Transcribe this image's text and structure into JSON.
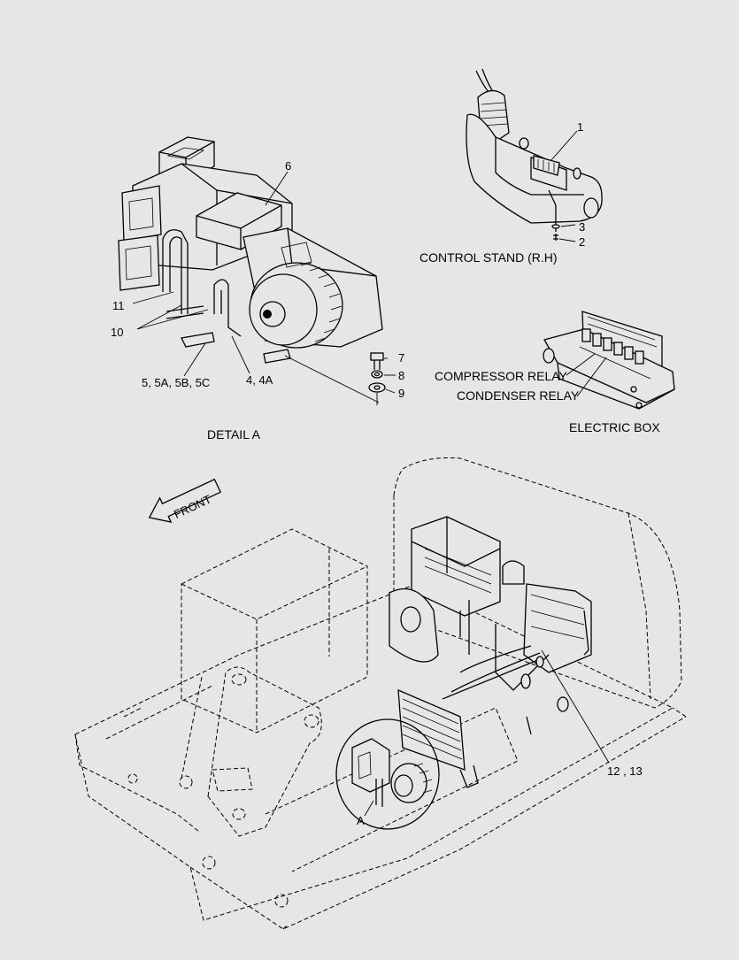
{
  "labels": {
    "p1": "1",
    "p2": "2",
    "p3": "3",
    "p6": "6",
    "p7": "7",
    "p8": "8",
    "p9": "9",
    "p10": "10",
    "p11": "11",
    "p4": "4, 4A",
    "p5": "5, 5A, 5B, 5C",
    "p12": "12 , 13",
    "pA": "A"
  },
  "captions": {
    "control_stand": "CONTROL STAND (R.H)",
    "compressor_relay": "COMPRESSOR RELAY",
    "condenser_relay": "CONDENSER RELAY",
    "electric_box": "ELECTRIC BOX",
    "detail_a": "DETAIL  A",
    "front": "FRONT"
  }
}
